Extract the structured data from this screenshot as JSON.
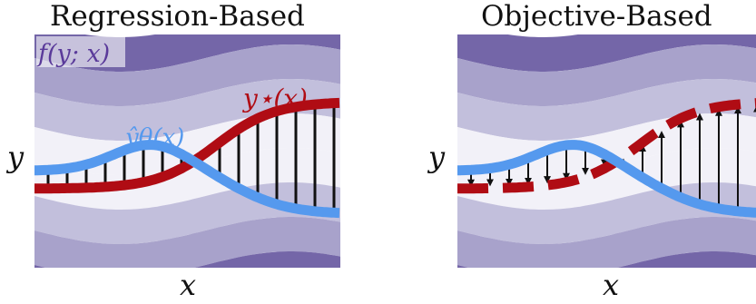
{
  "figure": {
    "panels": [
      {
        "title": "Regression-Based",
        "xlabel": "x",
        "ylabel": "y",
        "objective_label": "f(y; x)",
        "prediction_label": "ŷθ(x)",
        "target_label": "y⋆(x)",
        "target_style": "solid"
      },
      {
        "title": "Objective-Based",
        "xlabel": "x",
        "ylabel": "y",
        "target_style": "dashed"
      }
    ],
    "colors": {
      "prediction": "#5599ee",
      "target": "#b00c14",
      "objective_label": "#5a3a9a",
      "arrows": "#111111",
      "band_colors": [
        "#f2f1f8",
        "#dcdaeb",
        "#c2bfdc",
        "#a8a2cb",
        "#8e86ba",
        "#7466a8",
        "#5c4895"
      ]
    }
  }
}
